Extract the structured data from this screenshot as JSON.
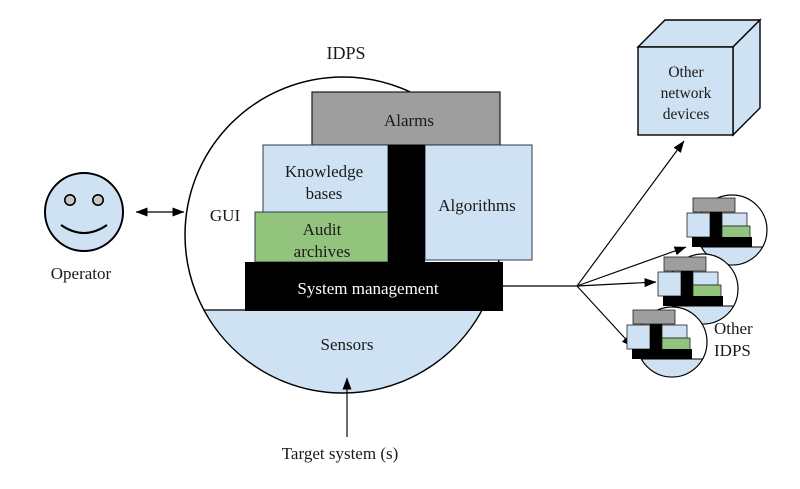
{
  "colors": {
    "light_blue": "#cfe2f3",
    "green": "#93c47d",
    "gray": "#9e9e9e",
    "black": "#000000",
    "white": "#ffffff",
    "eye_gray": "#c6c6c6"
  },
  "labels": {
    "idps": "IDPS",
    "gui": "GUI",
    "alarms": "Alarms",
    "knowledge_line1": "Knowledge",
    "knowledge_line2": "bases",
    "audit_line1": "Audit",
    "audit_line2": "archives",
    "algorithms": "Algorithms",
    "system_management": "System management",
    "sensors": "Sensors",
    "operator": "Operator",
    "target_system": "Target system (s)",
    "other_devices_line1": "Other",
    "other_devices_line2": "network",
    "other_devices_line3": "devices",
    "other_idps_line1": "Other",
    "other_idps_line2": "IDPS"
  }
}
